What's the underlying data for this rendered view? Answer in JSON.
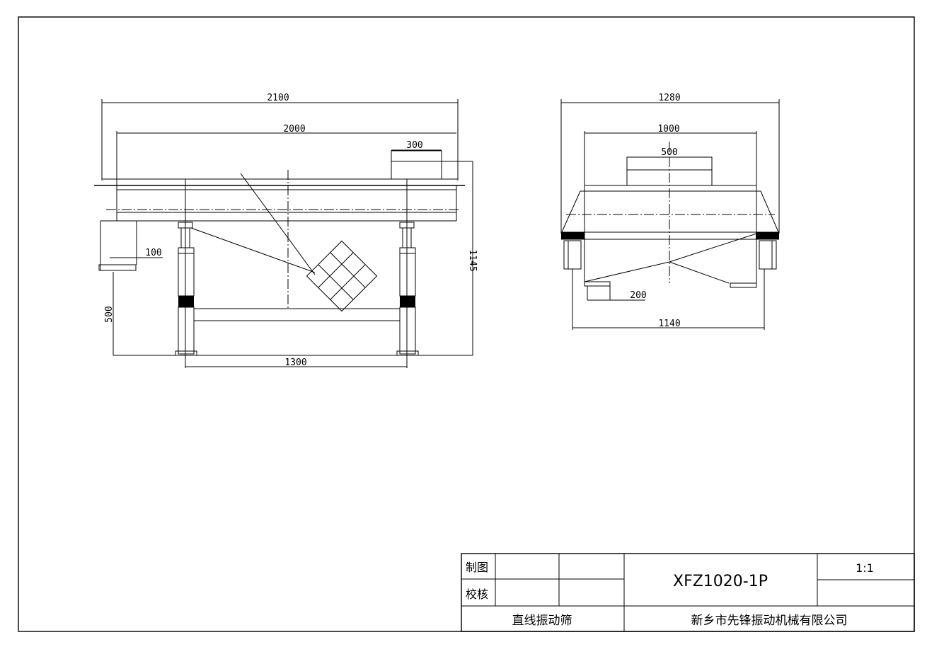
{
  "drawing": {
    "front_view": {
      "dims": {
        "overall_length": "2100",
        "screen_length": "2000",
        "motor_width": "300",
        "outlet_size": "100",
        "outlet_height": "500",
        "total_height": "1145",
        "leg_spacing": "1300"
      }
    },
    "side_view": {
      "dims": {
        "overall_width": "1280",
        "inner_width": "1000",
        "motor_width": "500",
        "outlet_size": "200",
        "base_width": "1140"
      }
    },
    "title_block": {
      "drawn_label": "制图",
      "checked_label": "校核",
      "model": "XFZ1020-1P",
      "scale": "1:1",
      "product_name": "直线振动筛",
      "company": "新乡市先锋振动机械有限公司"
    }
  }
}
